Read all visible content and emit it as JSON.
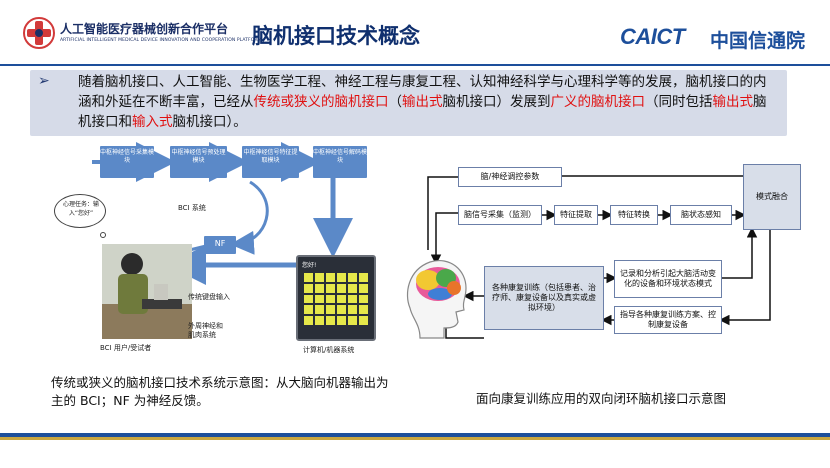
{
  "header": {
    "org_name_cn": "人工智能医疗器械创新合作平台",
    "org_name_en": "ARTIFICIAL INTELLIGENT MEDICAL DEVICE INNOVATION AND COOPERATION PLATFORM",
    "page_title": "脑机接口技术概念",
    "brand_en": "CAICT",
    "brand_cn": "中国信通院"
  },
  "intro": {
    "bullet": "➢",
    "p1": "随着脑机接口、人工智能、生物医学工程、神经工程与康复工程、认知神经科学与心理科学等的发展，脑机接口的内涵和外延在不断丰富，已经从",
    "r1": "传统或狭义的脑机接口",
    "p2": "（",
    "r2": "输出式",
    "p3": "脑机接口）发展到",
    "r3": "广义的脑机接口",
    "p4": "（同时包括",
    "r4": "输出式",
    "p5": "脑机接口和",
    "r5": "输入式",
    "p6": "脑机接口）。"
  },
  "left_diagram": {
    "blocks": [
      "中枢神经信号采集模块",
      "中枢神经信号预处理模块",
      "中枢神经信号特征提取模块",
      "中枢神经信号解码模块"
    ],
    "bci_system": "BCI 系统",
    "nf": "NF",
    "thought": "心理任务：输入“您好”",
    "keyboard": "传统键盘输入",
    "peripheral": "外周神经和肌肉系统",
    "user_label": "BCI 用户/受试者",
    "computer_label": "计算机/机器系统",
    "screen_sign": "您好!"
  },
  "right_diagram": {
    "neuro_params": "脑/神经调控参数",
    "signal_acq": "脑信号采集（监测）",
    "feature_extract": "特征提取",
    "feature_convert": "特征转换",
    "brain_state": "脑状态感知",
    "mode_fusion": "模式融合",
    "training": "各种康复训练（包括患者、治疗师、康复设备以及真实或虚拟环境）",
    "record": "记录和分析引起大脑活动变化的设备和环境状态模式",
    "guide": "指导各种康复训练方案、控制康复设备"
  },
  "captions": {
    "left": "传统或狭义的脑机接口技术系统示意图：从大脑向机器输出为主的 BCI；NF 为神经反馈。",
    "right": "面向康复训练应用的双向闭环脑机接口示意图"
  },
  "colors": {
    "brand_blue": "#1d4f9b",
    "accent_red": "#e01010",
    "gold": "#c9a640"
  }
}
